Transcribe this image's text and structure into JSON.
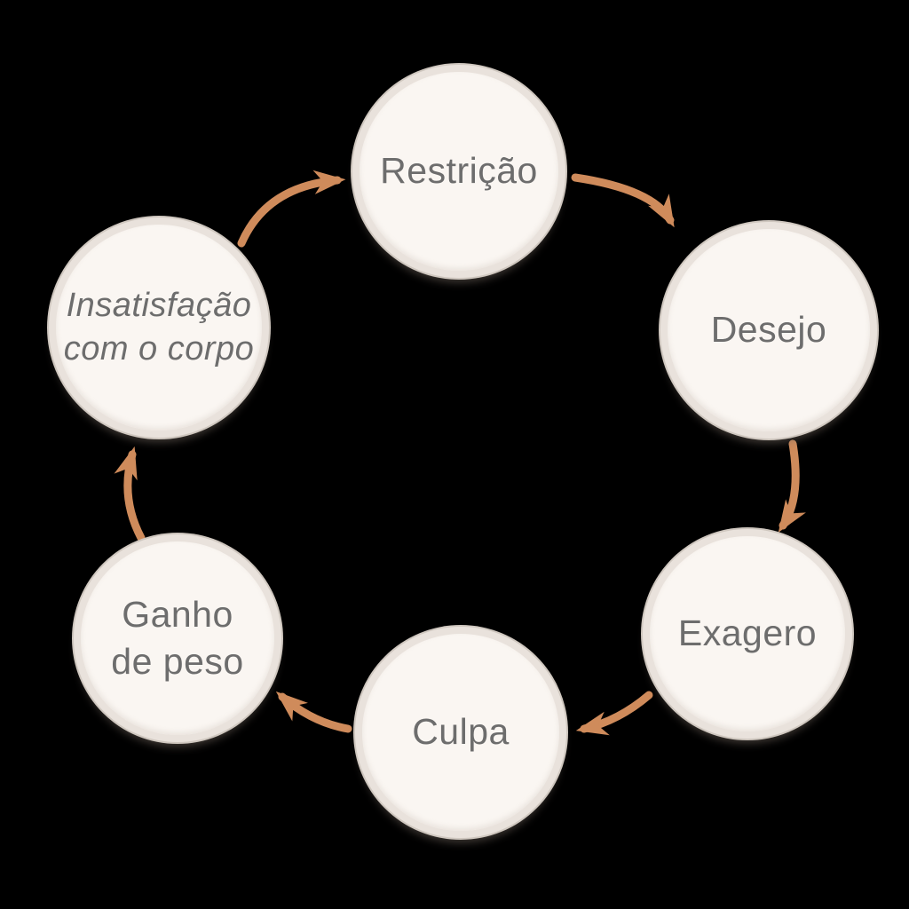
{
  "diagram": {
    "name": "restriction-binge-cycle",
    "background_color": "#000000",
    "node_fill_color": "#faf6f2",
    "node_ring_color": "#e9e2dc",
    "node_text_color": "#6d6d6d",
    "arrow_color": "#cf8b5b",
    "nodes": [
      {
        "id": "restricao",
        "lines": [
          "Restrição"
        ]
      },
      {
        "id": "desejo",
        "lines": [
          "Desejo"
        ]
      },
      {
        "id": "exagero",
        "lines": [
          "Exagero"
        ]
      },
      {
        "id": "culpa",
        "lines": [
          "Culpa"
        ]
      },
      {
        "id": "ganho-de-peso",
        "lines": [
          "Ganho",
          "de peso"
        ]
      },
      {
        "id": "insatisfacao-com-o-corpo",
        "lines": [
          "Insatisfação",
          "com o corpo"
        ],
        "emphasis": "italic"
      }
    ],
    "arrows": [
      {
        "from": "insatisfacao-com-o-corpo",
        "to": "restricao"
      },
      {
        "from": "restricao",
        "to": "desejo"
      },
      {
        "from": "desejo",
        "to": "exagero"
      },
      {
        "from": "exagero",
        "to": "culpa"
      },
      {
        "from": "culpa",
        "to": "ganho-de-peso"
      },
      {
        "from": "ganho-de-peso",
        "to": "insatisfacao-com-o-corpo"
      }
    ]
  }
}
